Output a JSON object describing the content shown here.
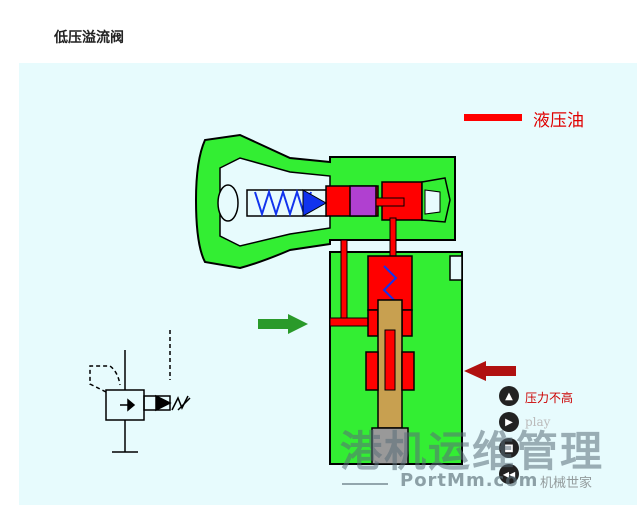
{
  "page": {
    "title": "低压溢流阀"
  },
  "legend": {
    "label": "液压油",
    "swatch_color": "#ff0000"
  },
  "controls": [
    {
      "label": "压力不高",
      "icon": "up-triangle-icon",
      "glyph": "▲",
      "color": "#cc0000"
    },
    {
      "label": "play",
      "icon": "play-icon",
      "glyph": "▶",
      "color": "#bbbbbb"
    },
    {
      "label": "",
      "icon": "stop-icon",
      "glyph": "■",
      "color": "#333333"
    },
    {
      "label": "",
      "icon": "rewind-icon",
      "glyph": "◀◀",
      "color": "#333333"
    }
  ],
  "watermark": {
    "chinese": "港机运维管理",
    "english": "PortMm.com",
    "credit": "机械世家"
  },
  "colors": {
    "body": "#33ee33",
    "fluid": "#ff0000",
    "piston": "#c8a050",
    "valve_outline": "#000000",
    "background": "#e7fbfd"
  }
}
